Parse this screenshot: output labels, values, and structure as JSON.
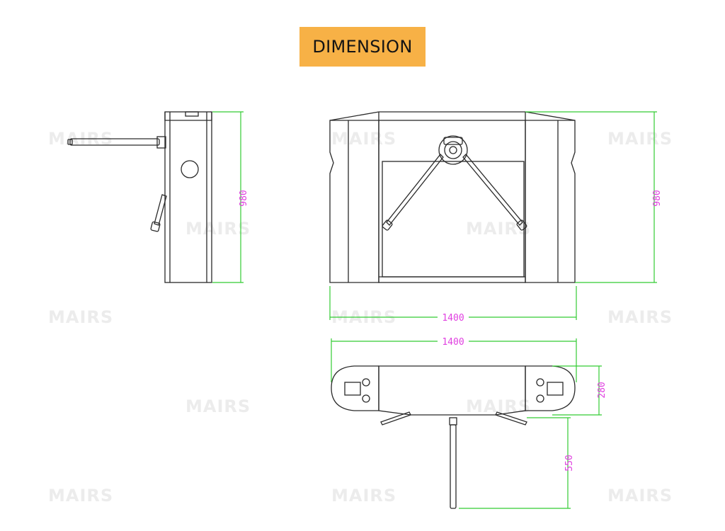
{
  "title": "DIMENSION",
  "watermark": "MAIRS",
  "dimensions": {
    "side_height": "980",
    "front_height": "980",
    "front_width": "1400",
    "top_width": "1400",
    "top_depth": "280",
    "arm_length": "550"
  },
  "colors": {
    "title_bg": "#f7b146",
    "dimension_text": "#e040e0",
    "dimension_lines": "#33cc33",
    "outline": "#2a2a2a"
  }
}
